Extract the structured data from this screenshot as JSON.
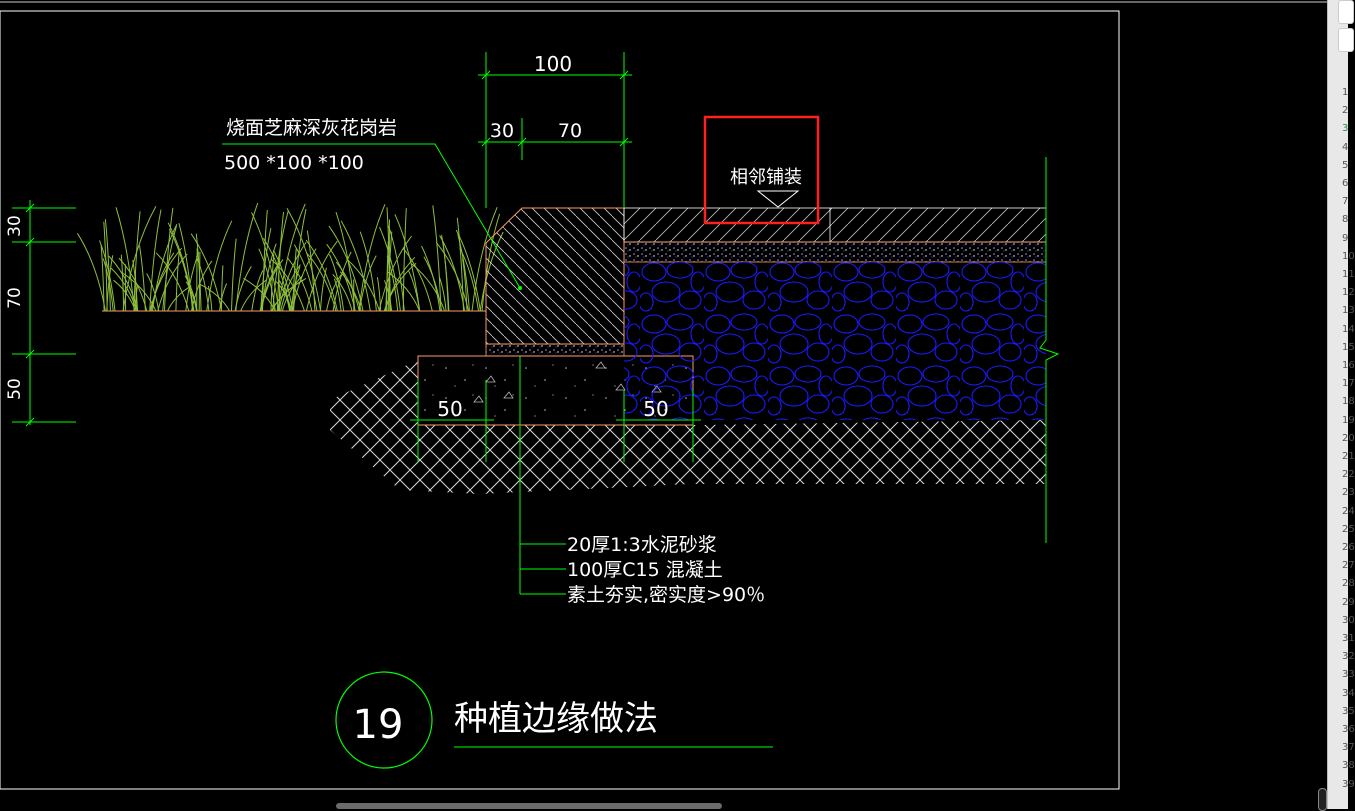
{
  "drawing": {
    "dims_top": {
      "total": "100",
      "left": "30",
      "right": "70"
    },
    "dims_left": {
      "a": "30",
      "b": "70",
      "c": "50"
    },
    "dims_bottom": {
      "left": "50",
      "right": "50"
    },
    "stone_label_line1": "烧面芝麻深灰花岗岩",
    "stone_label_line2": "500 *100 *100",
    "adjacent_paving_label": "相邻铺装",
    "layer_notes": [
      "20厚1:3水泥砂浆",
      "100厚C15 混凝土",
      "素土夯实,密实度>90％"
    ],
    "detail_number": "19",
    "detail_title": "种植边缘做法"
  },
  "colors": {
    "background": "#000000",
    "frame": "#ffffff",
    "dimension": "#00ff00",
    "outline": "#ff9966",
    "gravel": "#1a1aff",
    "highlight": "#ff2020",
    "grass": "#8fbf3a"
  },
  "sidebar": {
    "row_numbers": [
      "1",
      "2",
      "3",
      "4",
      "5",
      "6",
      "7",
      "8",
      "9",
      "10",
      "11",
      "12",
      "13",
      "14",
      "15",
      "16",
      "17",
      "18",
      "19",
      "20",
      "21",
      "22",
      "23",
      "24",
      "25",
      "26",
      "27",
      "28",
      "29",
      "30",
      "31",
      "32",
      "33",
      "34",
      "35",
      "36",
      "37",
      "38",
      "39"
    ]
  }
}
